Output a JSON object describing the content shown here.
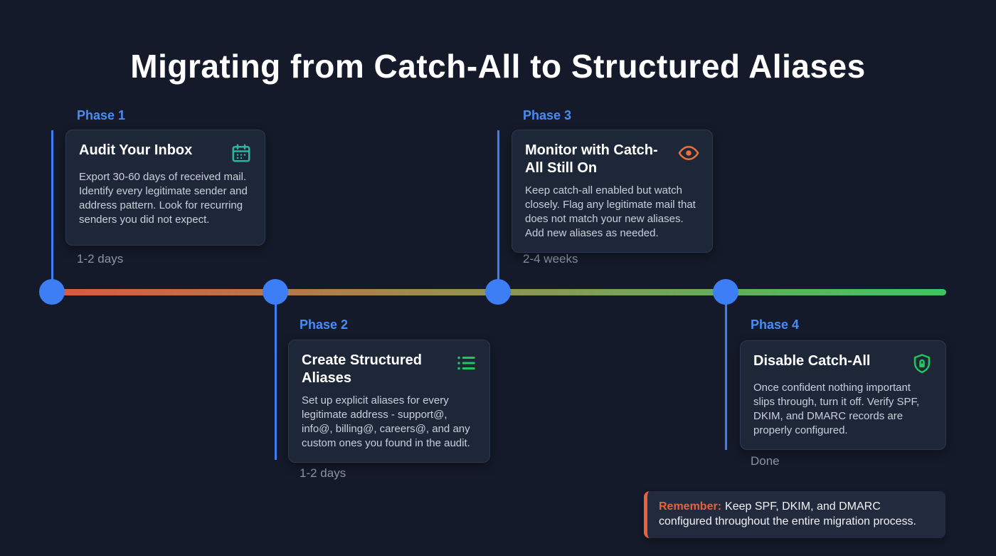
{
  "title": "Migrating from Catch-All to Structured Aliases",
  "phases": [
    {
      "label": "Phase 1",
      "title": "Audit Your Inbox",
      "icon": "calendar-icon",
      "body": "Export 30-60 days of received mail. Identify every legitimate sender and address pattern. Look for recurring senders you did not expect.",
      "duration": "1-2 days",
      "position": "above-timeline"
    },
    {
      "label": "Phase 2",
      "title": "Create Structured Aliases",
      "icon": "list-icon",
      "body": "Set up explicit aliases for every legitimate address - support@, info@, billing@, careers@, and any custom ones you found in the audit.",
      "duration": "1-2 days",
      "position": "below-timeline"
    },
    {
      "label": "Phase 3",
      "title": "Monitor with Catch-All Still On",
      "icon": "eye-icon",
      "body": "Keep catch-all enabled but watch closely. Flag any legitimate mail that does not match your new aliases. Add new aliases as needed.",
      "duration": "2-4 weeks",
      "position": "above-timeline"
    },
    {
      "label": "Phase 4",
      "title": "Disable Catch-All",
      "icon": "shield-lock-icon",
      "body": "Once confident nothing important slips through, turn it off. Verify SPF, DKIM, and DMARC records are properly configured.",
      "duration": "Done",
      "position": "below-timeline"
    }
  ],
  "note": {
    "highlight": "Remember:",
    "text": "Keep SPF, DKIM, and DMARC configured throughout the entire migration process."
  },
  "colors": {
    "background": "#141a29",
    "accent_blue": "#3d7ef5",
    "timeline_gradient_start": "#e0573f",
    "timeline_gradient_end": "#3bc564",
    "calendar_icon": "#2cb59d",
    "list_icon": "#22c55e",
    "eye_icon": "#e8703c",
    "shield_icon": "#22c55e",
    "note_accent": "#e8603c",
    "card_background": "#1e2737"
  }
}
